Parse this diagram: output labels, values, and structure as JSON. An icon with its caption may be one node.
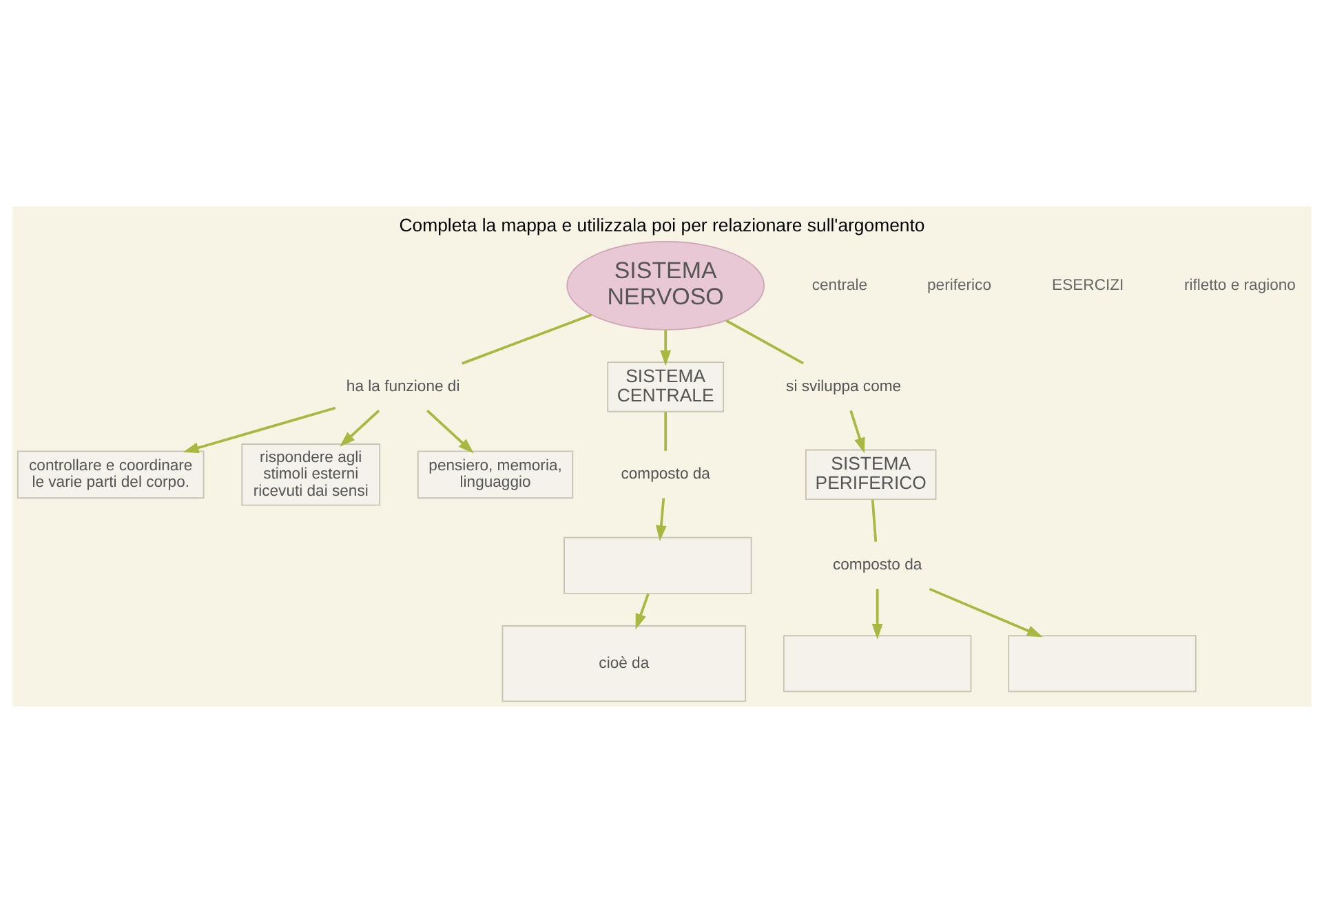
{
  "diagram": {
    "title": "Completa la mappa e utilizzala poi per relazionare sull'argomento",
    "nodes": [
      {
        "text": [
          "controllare e coordinare le varie parti del corpo."
        ]
      },
      {
        "text": [
          "rispondere agli stimoli esterni ricevuti dai sensi"
        ]
      },
      {
        "text": [
          "pensiero, memoria, linguaggio"
        ]
      },
      {
        "text": [
          "ha la funzione di"
        ]
      },
      {
        "text": [
          "SISTEMA NERVOSO"
        ]
      },
      {
        "text": [
          "SISTEMA CENTRALE"
        ]
      },
      {
        "text": [
          "composto da"
        ]
      },
      {
        "text": [],
        "shape": "box"
      },
      {
        "text": [
          "cioè da"
        ]
      },
      {
        "text": [
          "si sviluppa come"
        ]
      },
      {
        "text": [
          "SISTEMA PERIFERICO"
        ]
      },
      {
        "text": [
          "composto da"
        ]
      },
      {
        "text": [],
        "shape": "box"
      },
      {
        "text": [],
        "shape": "box"
      }
    ],
    "edges": [
      {
        "from": 4,
        "to": 3,
        "arrow": "none"
      },
      {
        "from": 3,
        "to": 0,
        "arrow": "to"
      },
      {
        "from": 3,
        "to": 1,
        "arrow": "to"
      },
      {
        "from": 3,
        "to": 2,
        "arrow": "to"
      },
      {
        "from": 4,
        "to": 5,
        "arrow": "to"
      },
      {
        "from": 4,
        "to": 9,
        "arrow": "none"
      },
      {
        "from": 9,
        "to": 10,
        "arrow": "to"
      },
      {
        "from": 5,
        "to": 6,
        "arrow": "none"
      },
      {
        "from": 6,
        "to": 7,
        "arrow": "to"
      },
      {
        "from": 7,
        "to": 8,
        "arrow": "to"
      },
      {
        "from": 10,
        "to": 11,
        "arrow": "none"
      },
      {
        "from": 11,
        "to": 12,
        "arrow": "to"
      },
      {
        "from": 11,
        "to": 13,
        "arrow": "to"
      }
    ],
    "labels": [
      "centrale",
      "periferico",
      "ESERCIZI",
      "rifletto e ragiono"
    ]
  }
}
